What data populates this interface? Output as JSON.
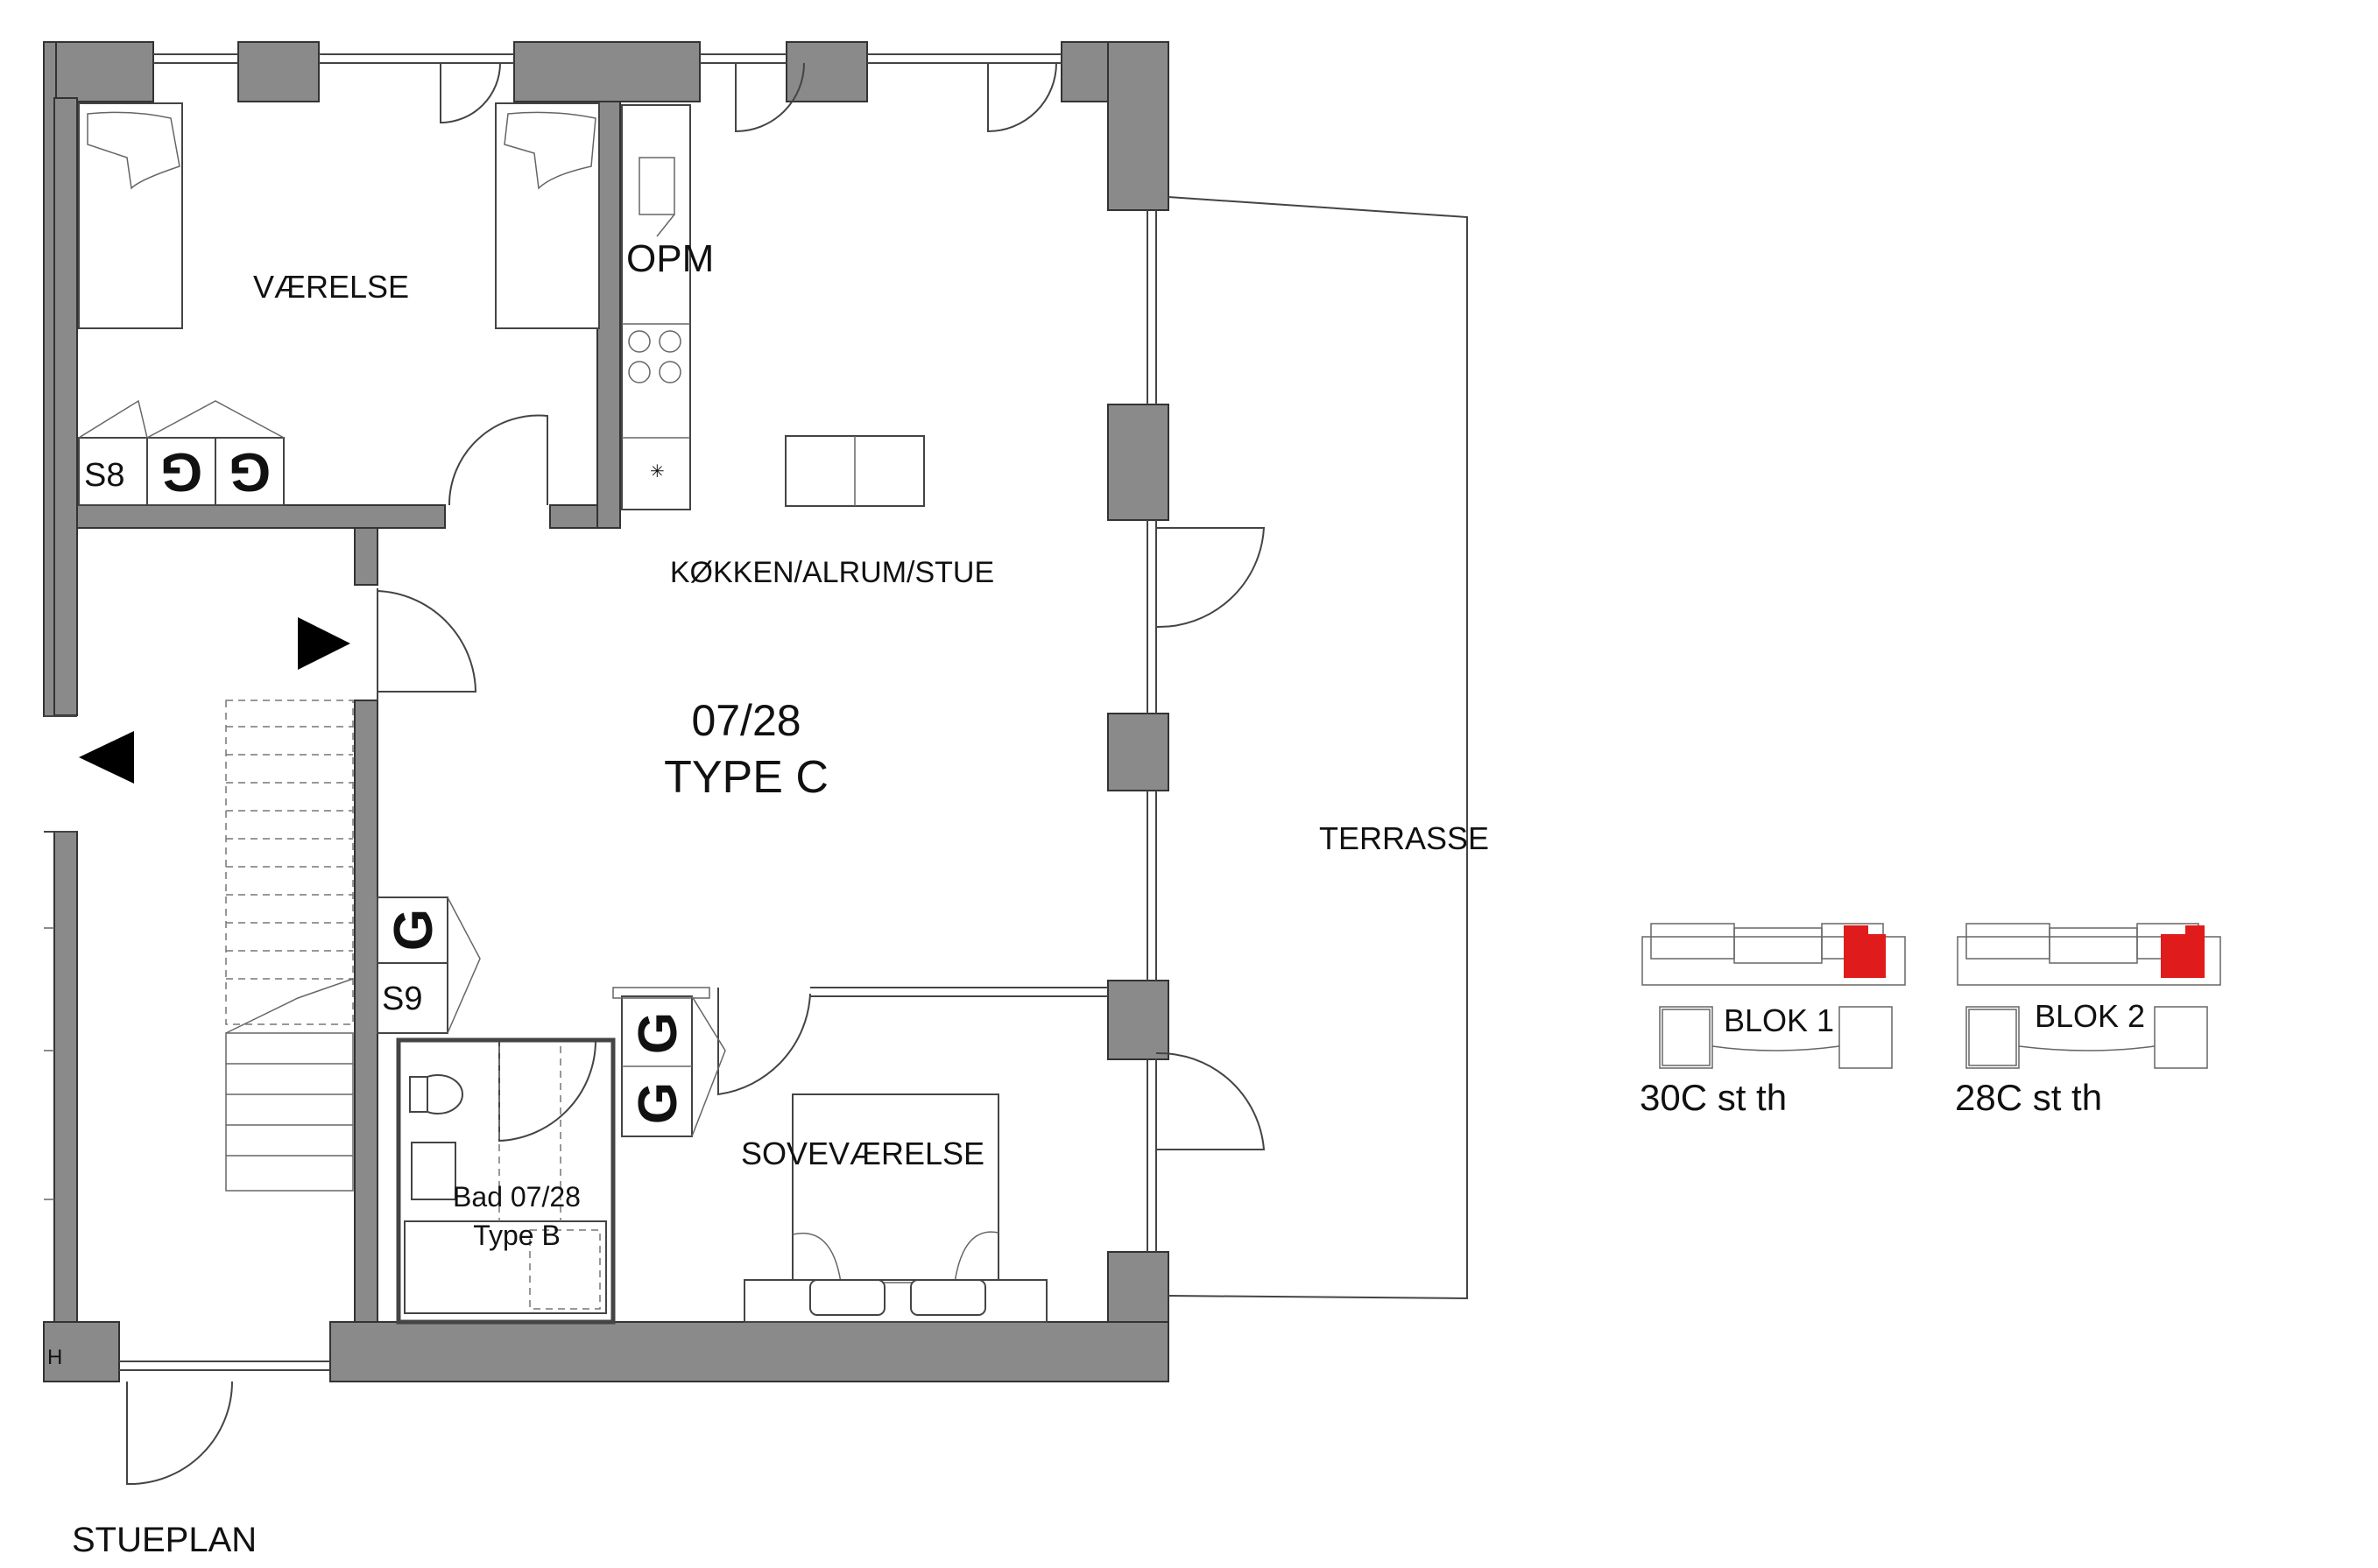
{
  "rooms": {
    "vaerelse": "VÆRELSE",
    "opm": "OPM",
    "kokken": "KØKKEN/ALRUM/STUE",
    "unit_number": "07/28",
    "unit_type": "TYPE C",
    "terrasse": "TERRASSE",
    "sovevaerelse": "SOVEVÆRELSE",
    "bad_line1": "Bad 07/28",
    "bad_line2": "Type B",
    "storage_s8": "S8",
    "storage_s9": "S9",
    "wardrobe_glyph": "G",
    "stueplan": "STUEPLAN",
    "h_mark": "H"
  },
  "keyplans": [
    {
      "block_label": "BLOK 1",
      "address": "30C st th",
      "highlight_color": "#e01b1b"
    },
    {
      "block_label": "BLOK 2",
      "address": "28C st th",
      "highlight_color": "#e01b1b"
    }
  ],
  "colors": {
    "wall": "#8a8a8a",
    "line": "#444444",
    "highlight": "#e01b1b"
  }
}
